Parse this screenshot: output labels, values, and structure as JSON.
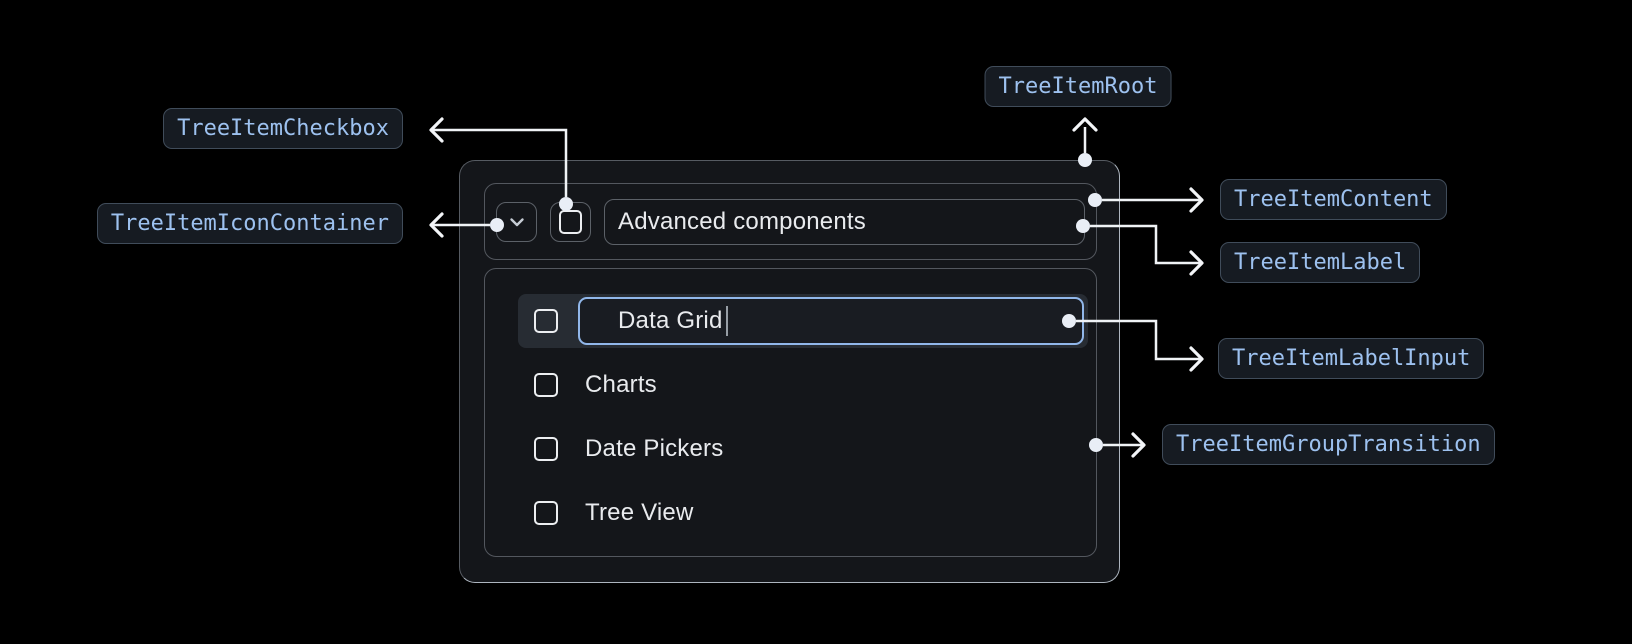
{
  "badges": {
    "root": "TreeItemRoot",
    "checkbox": "TreeItemCheckbox",
    "icon_container": "TreeItemIconContainer",
    "content": "TreeItemContent",
    "label": "TreeItemLabel",
    "label_input": "TreeItemLabelInput",
    "group_transition": "TreeItemGroupTransition"
  },
  "tree": {
    "parent": {
      "label": "Advanced components",
      "expanded": true,
      "checked": false
    },
    "children": [
      {
        "label": "Data Grid",
        "state": "editing",
        "checked": false
      },
      {
        "label": "Charts",
        "checked": false
      },
      {
        "label": "Date Pickers",
        "checked": false
      },
      {
        "label": "Tree View",
        "checked": false
      }
    ]
  },
  "colors": {
    "background": "#000000",
    "surface": "#14161a",
    "selected_row_bg": "#272c33",
    "input_border": "#91b7ea",
    "badge_text": "#9dc1ef",
    "badge_bg": "#161b22",
    "connector": "#f0f3f6",
    "text": "#e9ebee"
  }
}
